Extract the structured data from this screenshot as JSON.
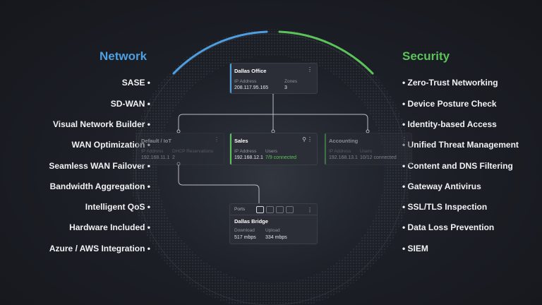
{
  "network": {
    "title": "Network",
    "features": [
      "SASE •",
      "SD-WAN •",
      "Visual Network Builder •",
      "WAN Optimization •",
      "Seamless WAN Failover •",
      "Bandwidth Aggregation •",
      "Intelligent QoS •",
      "Hardware Included •",
      "Azure / AWS Integration •"
    ]
  },
  "security": {
    "title": "Security",
    "features": [
      "• Zero-Trust Networking",
      "• Device Posture Check",
      "• Identity-based Access",
      "• Unified Threat Management",
      "• Content and DNS Filtering",
      "• Gateway Antivirus",
      "• SSL/TLS Inspection",
      "• Data Loss Prevention",
      "• SIEM"
    ]
  },
  "colors": {
    "network_accent": "#4d9fe0",
    "security_accent": "#5cc35a"
  },
  "cards": {
    "dallas_office": {
      "title": "Dallas Office",
      "ip_label": "IP Address",
      "ip": "208.117.95.165",
      "zones_label": "Zones",
      "zones": "3"
    },
    "default_iot": {
      "title": "Default / IoT",
      "ip_label": "IP Address",
      "ip": "192.168.11.1",
      "dhcp_label": "DHCP Reservations",
      "dhcp": "2"
    },
    "sales": {
      "title": "Sales",
      "ip_label": "IP Address",
      "ip": "192.168.12.1",
      "users_label": "Users",
      "users": "7/9 connected"
    },
    "accounting": {
      "title": "Accounting",
      "ip_label": "IP Address",
      "ip": "192.168.13.1",
      "users_label": "Users",
      "users": "10/12 connected"
    },
    "dallas_bridge": {
      "tab_label": "Ports",
      "title": "Dallas Bridge",
      "download_label": "Download",
      "download": "517 mbps",
      "upload_label": "Upload",
      "upload": "334 mbps"
    }
  }
}
